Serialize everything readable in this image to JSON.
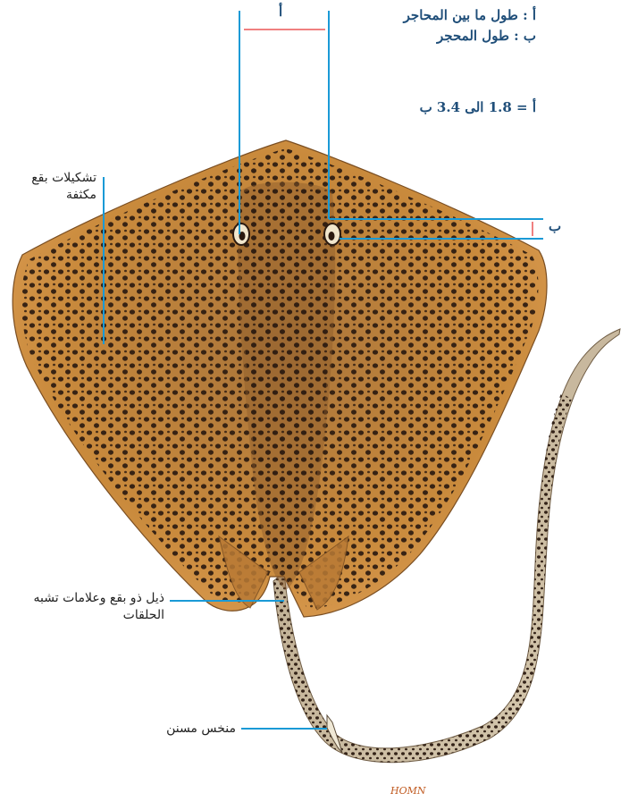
{
  "legend": {
    "line_a": "أ : طول ما بين المحاجر",
    "line_b": "ب : طول المحجر",
    "ratio": "أ = 1.8 الى 3.4 ب"
  },
  "measure_labels": {
    "a": "أ",
    "b": "ب"
  },
  "callouts": {
    "spots": "تشكيلات بقع مكثفة",
    "tail": "ذيل ذو بقع وعلامات تشبه الحلقات",
    "spine": "منخس مسنن"
  },
  "signature": "HOMN",
  "colors": {
    "leader": "#1a9ad6",
    "measure_tick": "#f08080",
    "body": "#c98a3c",
    "spot": "#2b1a10",
    "text_blue": "#1f4e79"
  }
}
